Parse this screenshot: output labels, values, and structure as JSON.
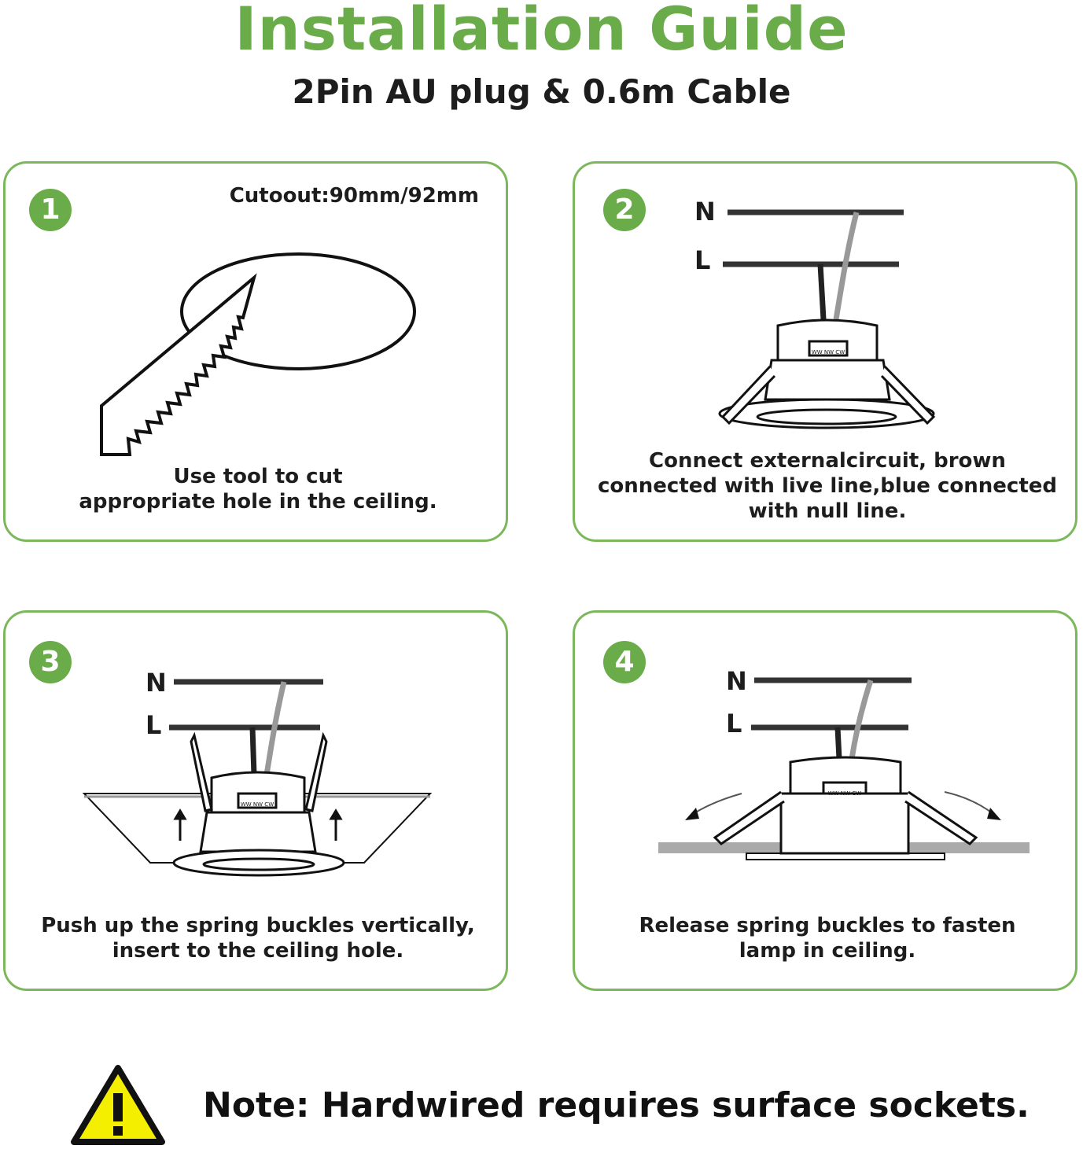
{
  "title": "Installation Guide",
  "subtitle": "2Pin AU plug & 0.6m Cable",
  "steps": [
    {
      "number": "1",
      "extra": "Cutoout:90mm/92mm",
      "caption": [
        "Use tool to cut",
        "appropriate hole in the ceiling."
      ]
    },
    {
      "number": "2",
      "caption": [
        "Connect externalcircuit, brown",
        "connected with live line,blue connected",
        "with null line."
      ]
    },
    {
      "number": "3",
      "caption": [
        "Push up the spring buckles vertically,",
        "insert to the ceiling hole."
      ]
    },
    {
      "number": "4",
      "caption": [
        "Release spring buckles to fasten",
        "lamp in ceiling."
      ]
    }
  ],
  "wire_labels": {
    "neutral": "N",
    "live": "L"
  },
  "switch_label": "WW NW CW",
  "warning_icon": "warning-triangle-icon",
  "note": "Note: Hardwired requires surface sockets.",
  "colors": {
    "accent": "#6aac4a",
    "border": "#7cb85b",
    "warning": "#f4ee00"
  }
}
